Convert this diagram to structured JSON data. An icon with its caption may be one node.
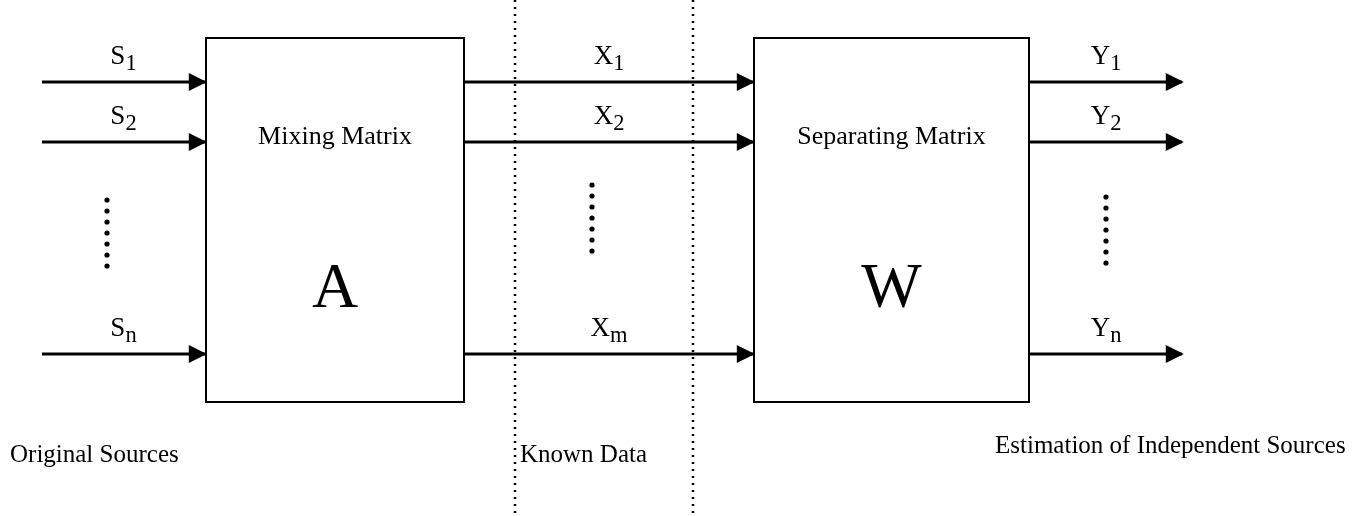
{
  "diagram": {
    "nodes": [
      {
        "text": [
          "Mixing Matrix",
          "A"
        ]
      },
      {
        "text": [
          "Separating Matrix",
          "W"
        ]
      }
    ],
    "edges": [
      {
        "from": null,
        "to": 0,
        "arrow": "to",
        "label": "S$_{1}$"
      },
      {
        "from": null,
        "to": 0,
        "arrow": "to",
        "label": "S$_{2}$"
      },
      {
        "from": null,
        "to": 0,
        "arrow": "to",
        "label": "S$_{n}$"
      },
      {
        "from": 0,
        "to": 1,
        "arrow": "to",
        "label": "X$_{1}$"
      },
      {
        "from": 0,
        "to": 1,
        "arrow": "to",
        "label": "X$_{2}$"
      },
      {
        "from": 0,
        "to": 1,
        "arrow": "to",
        "label": "X$_{m}$"
      },
      {
        "from": 1,
        "to": null,
        "arrow": "to",
        "label": "Y$_{1}$"
      },
      {
        "from": 1,
        "to": null,
        "arrow": "to",
        "label": "Y$_{2}$"
      },
      {
        "from": 1,
        "to": null,
        "arrow": "to",
        "label": "Y$_{n}$"
      }
    ],
    "labels": [
      "Original Sources",
      "Known Data",
      "Estimation of Independent Sources"
    ]
  }
}
